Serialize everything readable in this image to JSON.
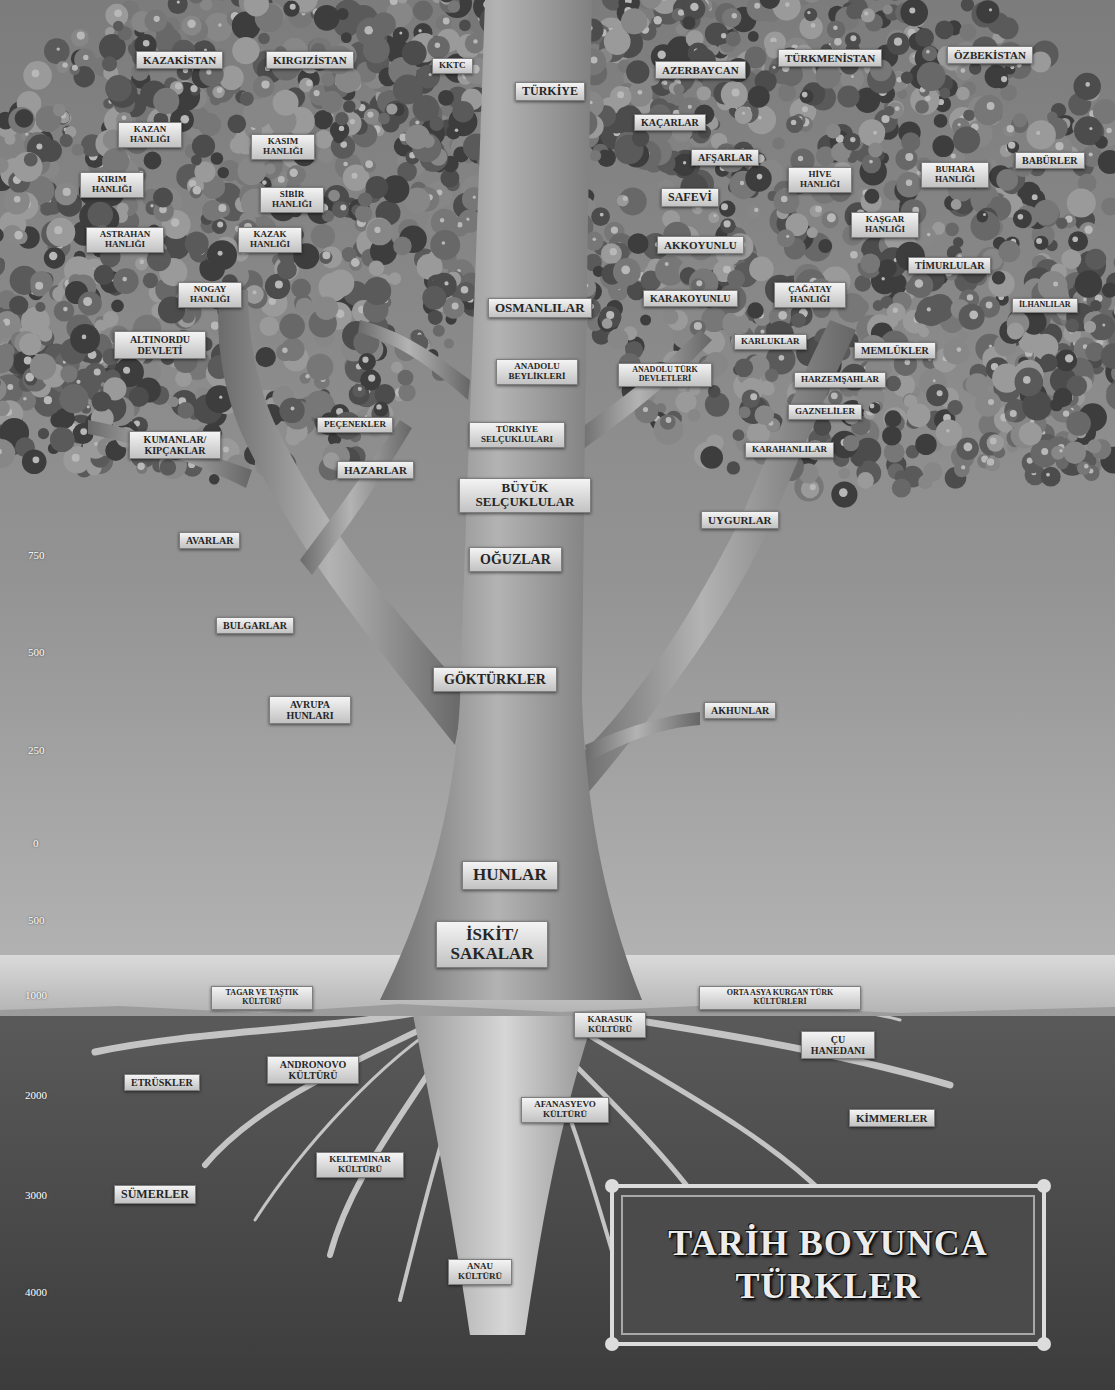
{
  "diagram": {
    "title": "TARİH BOYUNCA TÜRKLER",
    "nodes": [
      {
        "text": [
          "KAZAKİSTAN"
        ]
      },
      {
        "text": [
          "KIRGIZİSTAN"
        ]
      },
      {
        "text": [
          "KKTC"
        ]
      },
      {
        "text": [
          "TÜRKMENİSTAN"
        ]
      },
      {
        "text": [
          "ÖZBEKİSTAN"
        ]
      },
      {
        "text": [
          "AZERBAYCAN"
        ]
      },
      {
        "text": [
          "TÜRKİYE"
        ]
      },
      {
        "text": [
          "KAÇARLAR"
        ]
      },
      {
        "text": [
          "KAZAN HANLIĞI"
        ]
      },
      {
        "text": [
          "KASIM HANLIĞI"
        ]
      },
      {
        "text": [
          "AFŞARLAR"
        ]
      },
      {
        "text": [
          "BABÜRLER"
        ]
      },
      {
        "text": [
          "BUHARA HANLIĞI"
        ]
      },
      {
        "text": [
          "HİVE HANLIĞI"
        ]
      },
      {
        "text": [
          "KIRIM HANLIĞI"
        ]
      },
      {
        "text": [
          "SAFEVİ"
        ]
      },
      {
        "text": [
          "SİBİR HANLIĞI"
        ]
      },
      {
        "text": [
          "KAŞGAR HANLIĞI"
        ]
      },
      {
        "text": [
          "ASTRAHAN HANLIĞI"
        ]
      },
      {
        "text": [
          "KAZAK HANLIĞI"
        ]
      },
      {
        "text": [
          "AKKOYUNLU"
        ]
      },
      {
        "text": [
          "TİMURLULAR"
        ]
      },
      {
        "text": [
          "NOGAY HANLIĞI"
        ]
      },
      {
        "text": [
          "ÇAĞATAY HANLIĞI"
        ]
      },
      {
        "text": [
          "KARAKOYUNLU"
        ]
      },
      {
        "text": [
          "İLHANLILAR"
        ]
      },
      {
        "text": [
          "OSMANLILAR"
        ]
      },
      {
        "text": [
          "KARLUKLAR"
        ]
      },
      {
        "text": [
          "ALTINORDU DEVLETİ"
        ]
      },
      {
        "text": [
          "MEMLÜKLER"
        ]
      },
      {
        "text": [
          "ANADOLU BEYLİKLERİ"
        ]
      },
      {
        "text": [
          "ANADOLU TÜRK DEVLETLERİ"
        ]
      },
      {
        "text": [
          "HARZEMŞAHLAR"
        ]
      },
      {
        "text": [
          "GAZNELİLER"
        ]
      },
      {
        "text": [
          "PEÇENEKLER"
        ]
      },
      {
        "text": [
          "TÜRKİYE SELÇUKLULARI"
        ]
      },
      {
        "text": [
          "KUMANLAR/ KIPÇAKLAR"
        ]
      },
      {
        "text": [
          "KARAHANLILAR"
        ]
      },
      {
        "text": [
          "HAZARLAR"
        ]
      },
      {
        "text": [
          "BÜYÜK SELÇUKLULAR"
        ]
      },
      {
        "text": [
          "UYGURLAR"
        ]
      },
      {
        "text": [
          "AVARLAR"
        ]
      },
      {
        "text": [
          "OĞUZLAR"
        ]
      },
      {
        "text": [
          "BULGARLAR"
        ]
      },
      {
        "text": [
          "GÖKTÜRKLER"
        ]
      },
      {
        "text": [
          "AVRUPA HUNLARI"
        ]
      },
      {
        "text": [
          "AKHUNLAR"
        ]
      },
      {
        "text": [
          "HUNLAR"
        ]
      },
      {
        "text": [
          "İSKİT/ SAKALAR"
        ]
      },
      {
        "text": [
          "TAGAR VE TAŞTIK KÜLTÜRÜ"
        ]
      },
      {
        "text": [
          "ORTA ASYA KURGAN TÜRK KÜLTÜRLERİ"
        ]
      },
      {
        "text": [
          "KARASUK KÜLTÜRÜ"
        ]
      },
      {
        "text": [
          "ÇU HANEDANI"
        ]
      },
      {
        "text": [
          "ANDRONOVO KÜLTÜRÜ"
        ]
      },
      {
        "text": [
          "ETRÜSKLER"
        ]
      },
      {
        "text": [
          "AFANASYEVO KÜLTÜRÜ"
        ]
      },
      {
        "text": [
          "KİMMERLER"
        ]
      },
      {
        "text": [
          "KELTEMİNAR KÜLTÜRÜ"
        ]
      },
      {
        "text": [
          "SÜMERLER"
        ]
      },
      {
        "text": [
          "ANAU KÜLTÜRÜ"
        ]
      }
    ],
    "labels": [
      "750",
      "500",
      "250",
      "0",
      "500",
      "1000",
      "2000",
      "3000",
      "4000"
    ]
  }
}
